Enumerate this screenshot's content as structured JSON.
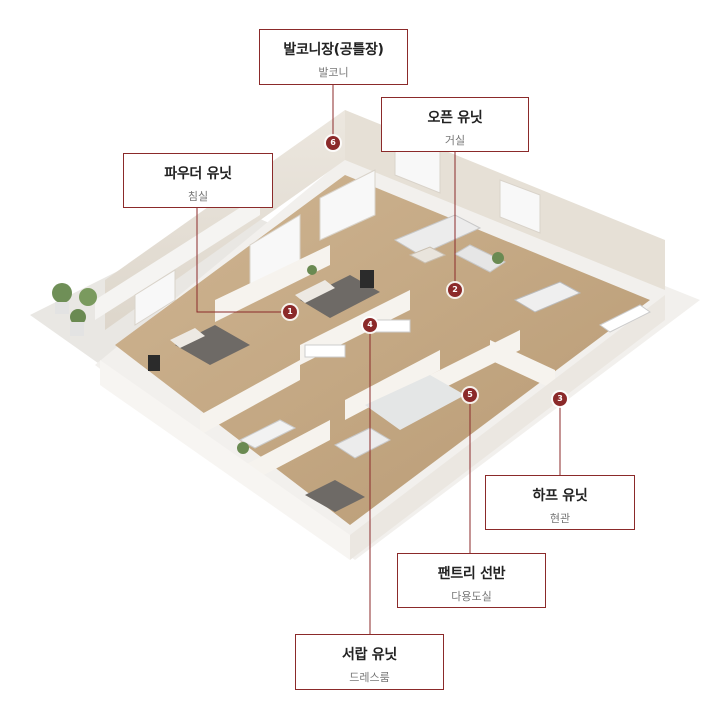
{
  "callouts": [
    {
      "id": "balcony",
      "title": "발코니장(공틀장)",
      "subtitle": "발코니",
      "marker": "6"
    },
    {
      "id": "living",
      "title": "오픈 유닛",
      "subtitle": "거실",
      "marker": "2"
    },
    {
      "id": "bedroom",
      "title": "파우더 유닛",
      "subtitle": "침실",
      "marker": "1"
    },
    {
      "id": "entrance",
      "title": "하프 유닛",
      "subtitle": "현관",
      "marker": "3"
    },
    {
      "id": "utility",
      "title": "팬트리 선반",
      "subtitle": "다용도실",
      "marker": "5"
    },
    {
      "id": "dressroom",
      "title": "서랍 유닛",
      "subtitle": "드레스룸",
      "marker": "4"
    }
  ],
  "colors": {
    "accent": "#8b2a2a",
    "wall": "#f4f1ec",
    "floor": "#c7ab86"
  }
}
